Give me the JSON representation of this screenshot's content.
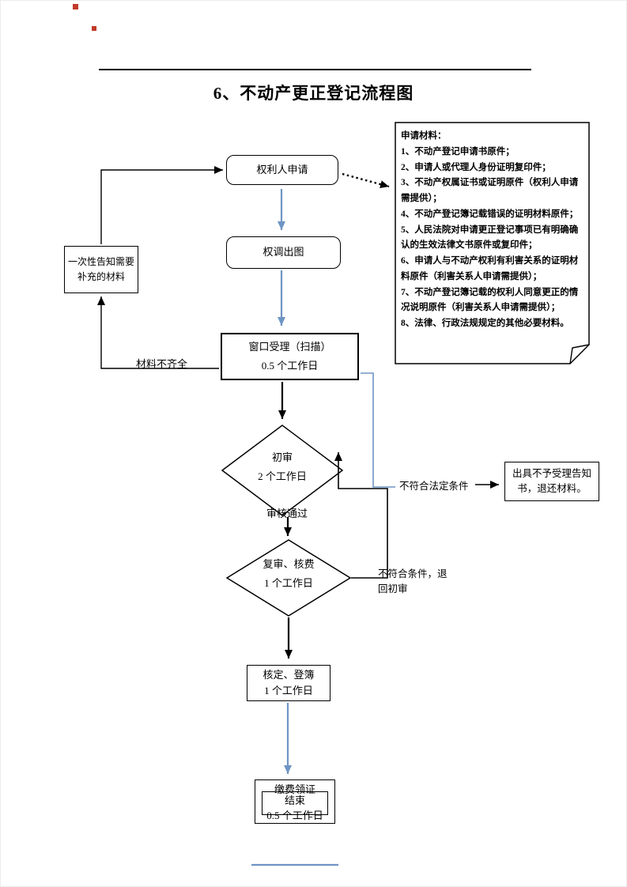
{
  "page": {
    "title": "6、不动产更正登记流程图"
  },
  "flow": {
    "applicant": "权利人申请",
    "survey": "权调出图",
    "window_accept": {
      "name": "窗口受理（扫描）",
      "duration": "0.5 个工作日"
    },
    "initial_review": {
      "name": "初审",
      "duration": "2 个工作日"
    },
    "second_review": {
      "name": "复审、核费",
      "duration": "1 个工作日"
    },
    "register": {
      "name": "核定、登簿",
      "duration": "1 个工作日"
    },
    "payment": {
      "name": "缴费领证",
      "duration": "0.5 个工作日"
    },
    "end": "结束",
    "notify_supplement": "一次性告知需要补充的材料",
    "reject_notice": "出具不予受理告知书，退还材料。"
  },
  "edge_labels": {
    "materials_incomplete": "材料不齐全",
    "review_passed": "审核通过",
    "not_meet_legal": "不符合法定条件",
    "fail_return_initial": "不符合条件，退回初审"
  },
  "note": {
    "heading": "申请材料：",
    "items": [
      "1、不动产登记申请书原件；",
      "2、申请人或代理人身份证明复印件；",
      "3、不动产权属证书或证明原件（权利人申请需提供）；",
      "4、不动产登记簿记载错误的证明材料原件；",
      "5、人民法院对申请更正登记事项已有明确确认的生效法律文书原件或复印件；",
      "6、申请人与不动产权利有利害关系的证明材料原件（利害关系人申请需提供）；",
      "7、不动产登记簿记载的权利人同意更正的情况说明原件（利害关系人申请需提供）；",
      "8、法律、行政法规规定的其他必要材料。"
    ]
  },
  "colors": {
    "flow_blue": "#6e95c4",
    "line_black": "#000000",
    "accent_red": "#c23a2b"
  }
}
